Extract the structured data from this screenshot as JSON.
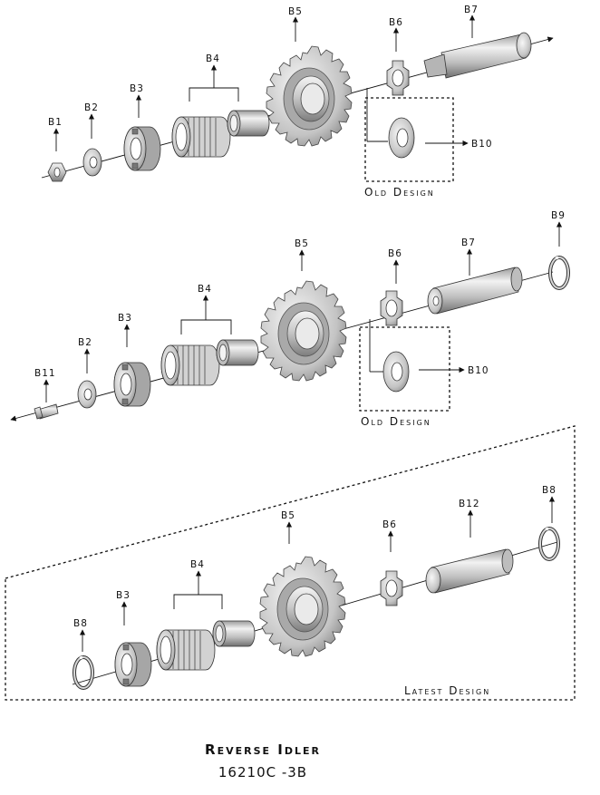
{
  "diagram": {
    "title": "Reverse Idler",
    "part_number": "16210C -3B",
    "assemblies": [
      {
        "labels": {
          "b1": "B1",
          "b2": "B2",
          "b3": "B3",
          "b4": "B4",
          "b5": "B5",
          "b6": "B6",
          "b7": "B7",
          "b10": "B10"
        },
        "box_caption": "Old Design"
      },
      {
        "labels": {
          "b11": "B11",
          "b2": "B2",
          "b3": "B3",
          "b4": "B4",
          "b5": "B5",
          "b6": "B6",
          "b7": "B7",
          "b9": "B9",
          "b10": "B10"
        },
        "box_caption": "Old Design"
      },
      {
        "labels": {
          "b8a": "B8",
          "b3": "B3",
          "b4": "B4",
          "b5": "B5",
          "b6": "B6",
          "b12": "B12",
          "b8b": "B8"
        },
        "box_caption": "Latest Design"
      }
    ]
  }
}
